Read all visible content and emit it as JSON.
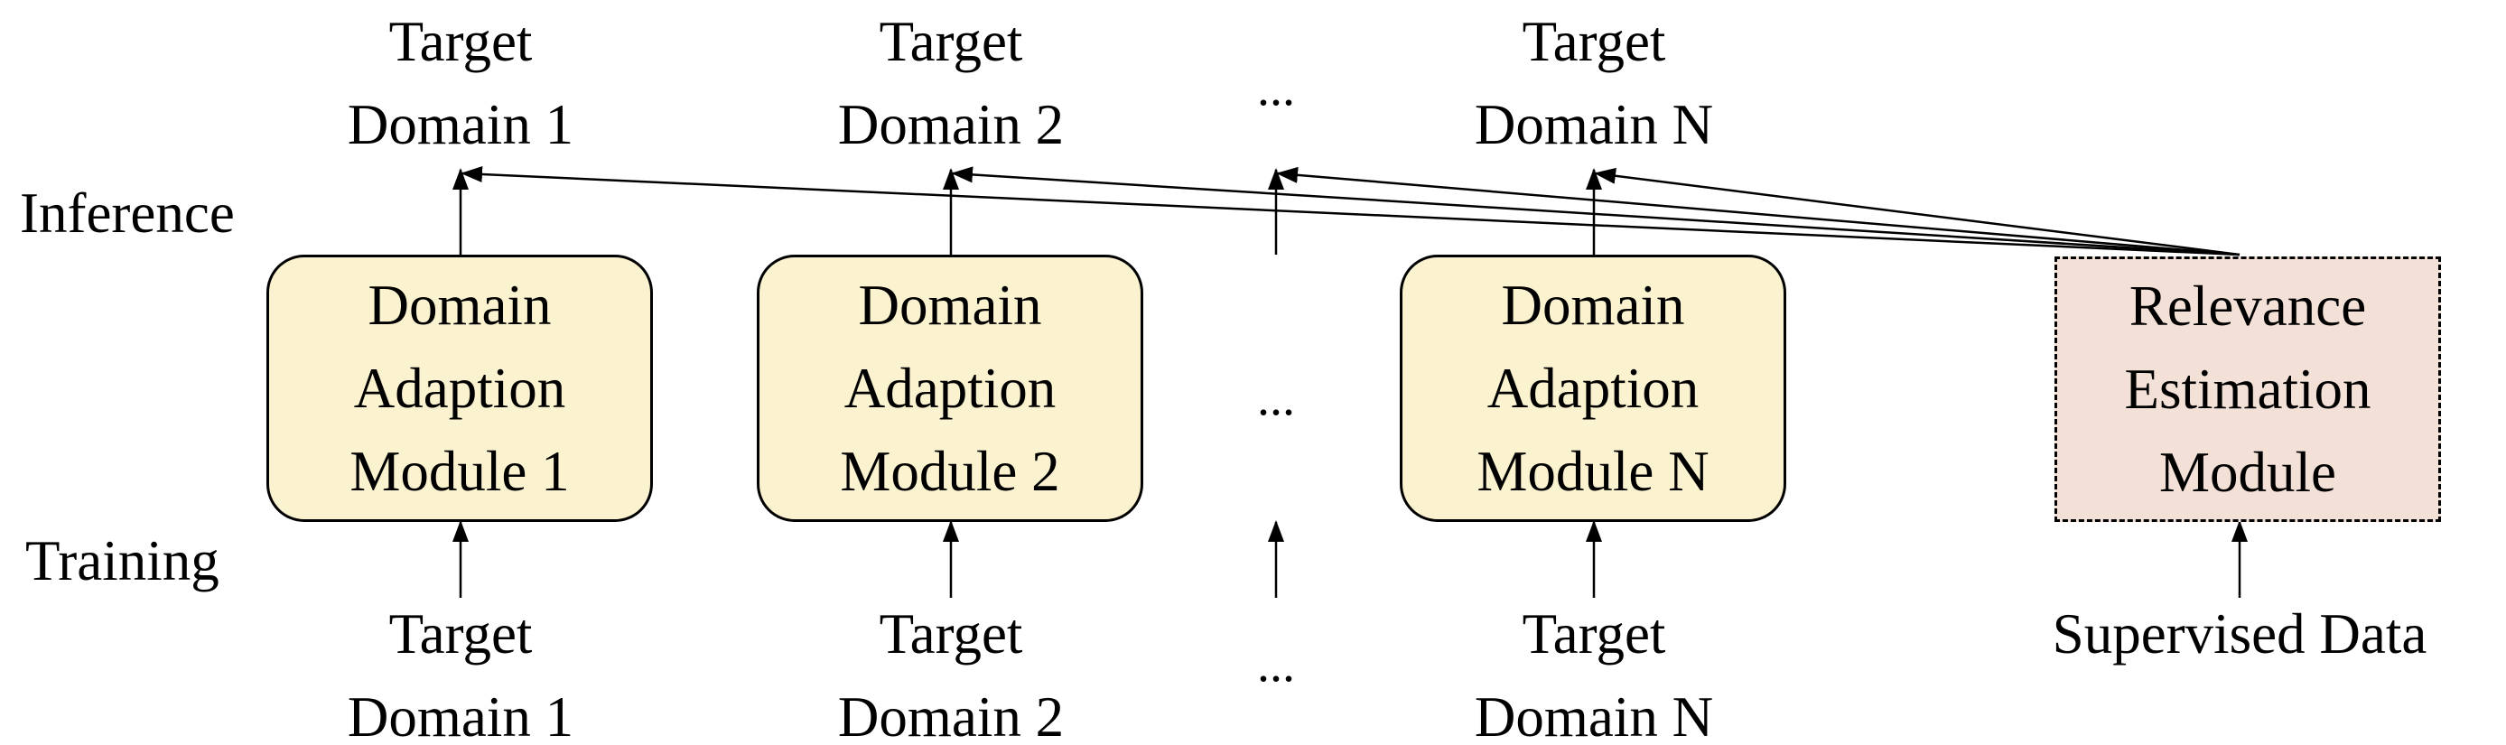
{
  "labels": {
    "inference": "Inference",
    "training": "Training"
  },
  "top_targets": [
    {
      "line1": "Target",
      "line2": "Domain 1"
    },
    {
      "line1": "Target",
      "line2": "Domain 2"
    },
    {
      "line1": "Target",
      "line2": "Domain N"
    }
  ],
  "modules": [
    {
      "line1": "Domain",
      "line2": "Adaption",
      "line3": "Module 1"
    },
    {
      "line1": "Domain",
      "line2": "Adaption",
      "line3": "Module 2"
    },
    {
      "line1": "Domain",
      "line2": "Adaption",
      "line3": "Module N"
    }
  ],
  "relevance_module": {
    "line1": "Relevance",
    "line2": "Estimation",
    "line3": "Module"
  },
  "bottom_targets": [
    {
      "line1": "Target",
      "line2": "Domain 1"
    },
    {
      "line1": "Target",
      "line2": "Domain 2"
    },
    {
      "line1": "Target",
      "line2": "Domain N"
    }
  ],
  "supervised_data": "Supervised Data",
  "ellipsis": "...",
  "colors": {
    "module_fill": "#fbf2cf",
    "relevance_fill": "#f3e1d7",
    "stroke": "#000000"
  }
}
